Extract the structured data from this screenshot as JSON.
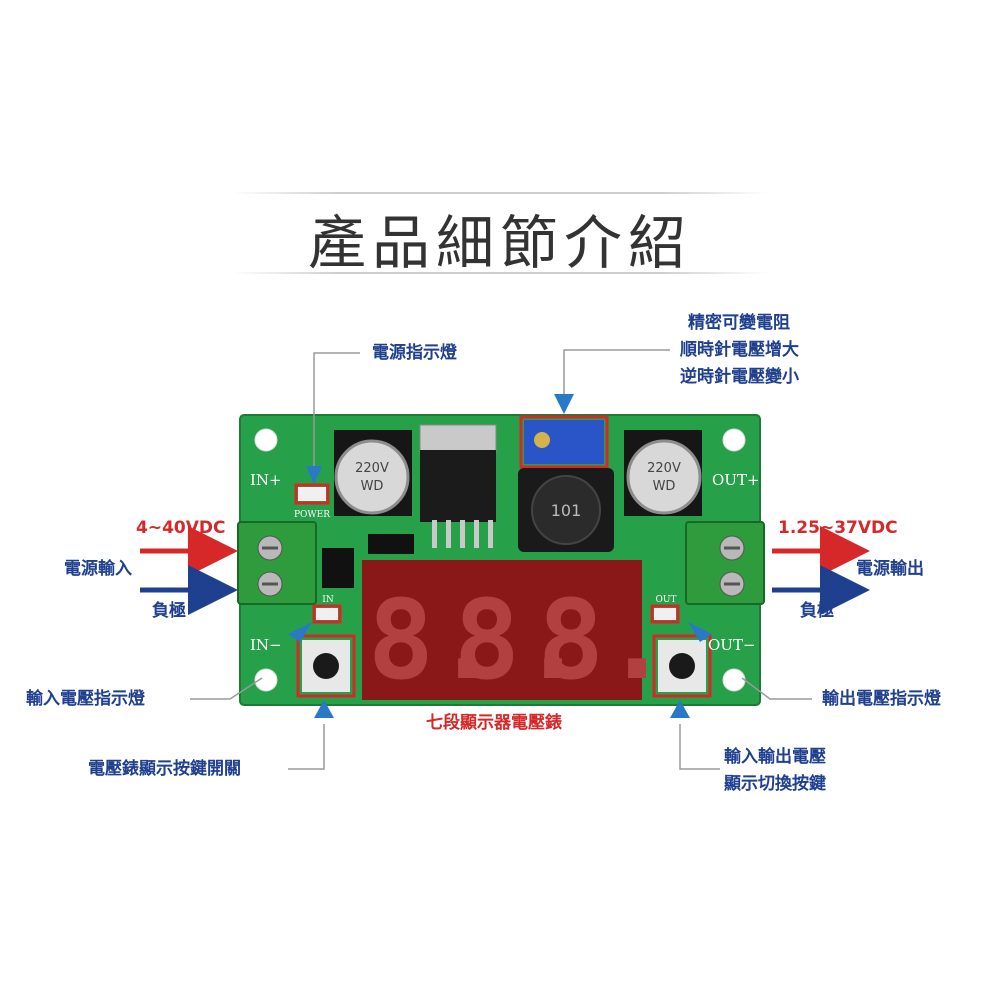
{
  "title": "產品細節介紹",
  "callouts": {
    "power_indicator": "電源指示燈",
    "potentiometer": [
      "精密可變電阻",
      "順時針電壓增大",
      "逆時針電壓變小"
    ],
    "input_voltage": "4~40VDC",
    "output_voltage": "1.25~37VDC",
    "power_input": "電源輸入",
    "power_output": "電源輸出",
    "negative_in": "負極",
    "negative_out": "負極",
    "input_indicator": "輸入電壓指示燈",
    "output_indicator": "輸出電壓指示燈",
    "display": "七段顯示器電壓錶",
    "meter_switch": "電壓錶顯示按鍵開關",
    "toggle_button": [
      "輸入輸出電壓",
      "顯示切換按鍵"
    ]
  },
  "board_silkscreen": {
    "in_plus": "IN+",
    "in_minus": "IN−",
    "out_plus": "OUT+",
    "out_minus": "OUT−",
    "power": "POWER",
    "in_led": "IN",
    "out_led": "OUT",
    "cap_left": [
      "220V",
      "WD"
    ],
    "cap_right": [
      "220V",
      "WD"
    ],
    "inductor": "101"
  },
  "colors": {
    "pcb": "#27a04a",
    "display": "#8a1818",
    "callout_text": "#1f3f8f",
    "highlight": "#d62828"
  }
}
